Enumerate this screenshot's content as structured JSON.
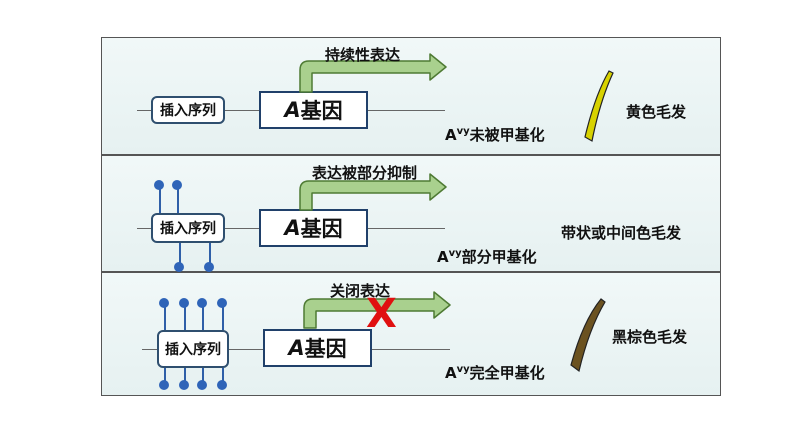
{
  "colors": {
    "panel_border": "#555555",
    "arrow_fill": "#a9d08e",
    "arrow_stroke": "#4e7a33",
    "gene_border": "#20406a",
    "methyl": "#2f64b8",
    "block_x": "#e01010",
    "hair_yellow": "#d8d200",
    "hair_dark": "#6b5220"
  },
  "panels": [
    {
      "insert_label": "插入序列",
      "gene_letter": "A",
      "gene_label": "基因",
      "arrow_label": "持续性表达",
      "state_base": "A",
      "state_sup": "vy",
      "state_text": "未被甲基化",
      "phenotype": "黄色毛发",
      "hair_icon": "yellow-hair-icon"
    },
    {
      "insert_label": "插入序列",
      "gene_letter": "A",
      "gene_label": "基因",
      "arrow_label": "表达被部分抑制",
      "state_base": "A",
      "state_sup": "vy",
      "state_text": "部分甲基化",
      "phenotype": "带状或中间色毛发"
    },
    {
      "insert_label": "插入序列",
      "gene_letter": "A",
      "gene_label": "基因",
      "arrow_label": "关闭表达",
      "block_mark": "X",
      "state_base": "A",
      "state_sup": "vy",
      "state_text": "完全甲基化",
      "phenotype": "黑棕色毛发",
      "hair_icon": "dark-brown-hair-icon"
    }
  ]
}
